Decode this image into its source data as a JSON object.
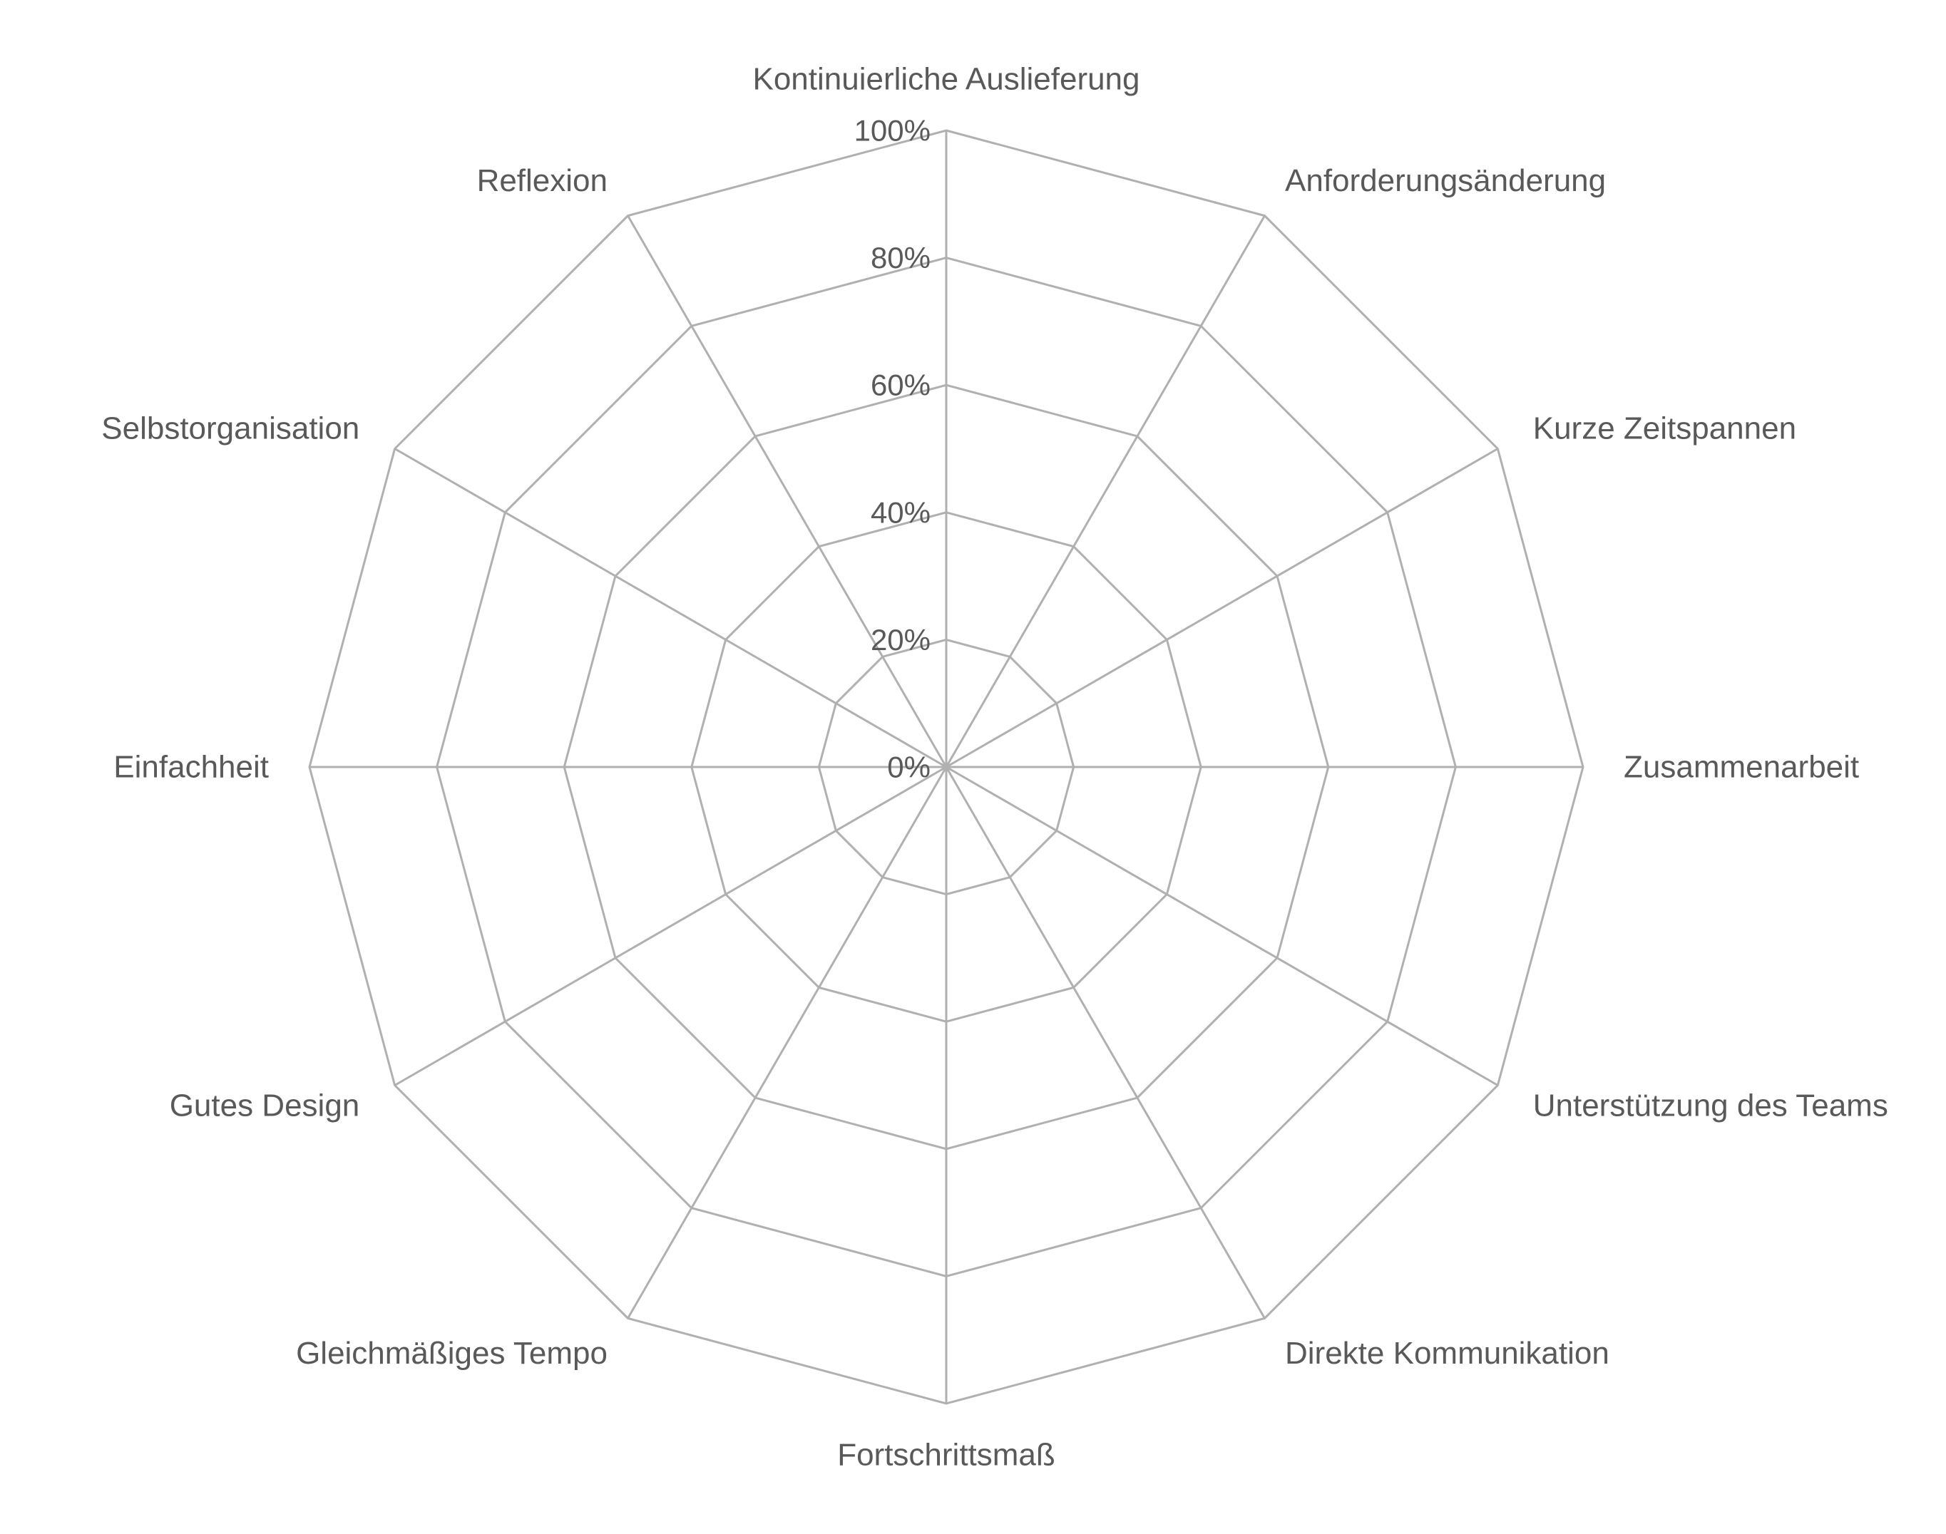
{
  "chart_data": {
    "type": "radar",
    "title": "",
    "categories": [
      "Kontinuierliche Auslieferung",
      "Anforderungsänderung",
      "Kurze Zeitspannen",
      "Zusammenarbeit",
      "Unterstützung des Teams",
      "Direkte Kommunikation",
      "Fortschrittsmaß",
      "Gleichmäßiges Tempo",
      "Gutes Design",
      "Einfachheit",
      "Selbstorganisation",
      "Reflexion"
    ],
    "series": [],
    "rlim": [
      0,
      100
    ],
    "ticks": [
      0,
      20,
      40,
      60,
      80,
      100
    ],
    "tick_labels": [
      "0%",
      "20%",
      "40%",
      "60%",
      "80%",
      "100%"
    ],
    "grid": true,
    "legend": "none",
    "colors": {
      "grid": "#b0b0b0",
      "text": "#595959"
    }
  }
}
